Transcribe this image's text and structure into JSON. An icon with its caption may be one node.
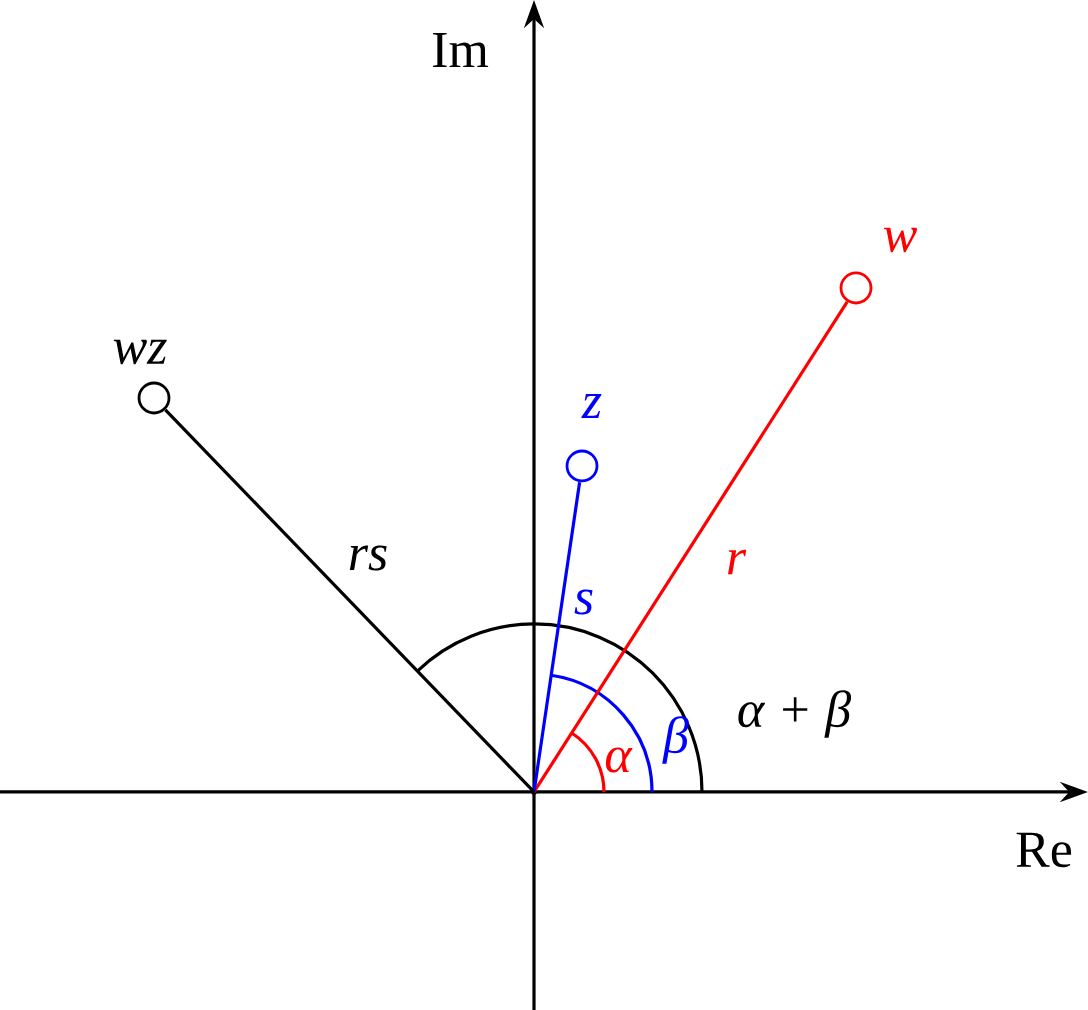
{
  "diagram": {
    "nodes": [
      {
        "text": [
          "w"
        ]
      },
      {
        "text": [
          "z"
        ]
      },
      {
        "text": [
          "wz"
        ]
      },
      {
        "text": [],
        "shape": "point"
      }
    ],
    "edges": [
      {
        "from": 3,
        "to": 0,
        "arrow": "none",
        "label": "r",
        "color": "#ff0000"
      },
      {
        "from": 3,
        "to": 1,
        "arrow": "none",
        "label": "s",
        "color": "#0000ff"
      },
      {
        "from": 3,
        "to": 2,
        "arrow": "none",
        "label": "rs",
        "color": "#000000"
      }
    ],
    "labels": [
      "Im",
      "Re",
      "α",
      "β",
      "α + β"
    ]
  }
}
